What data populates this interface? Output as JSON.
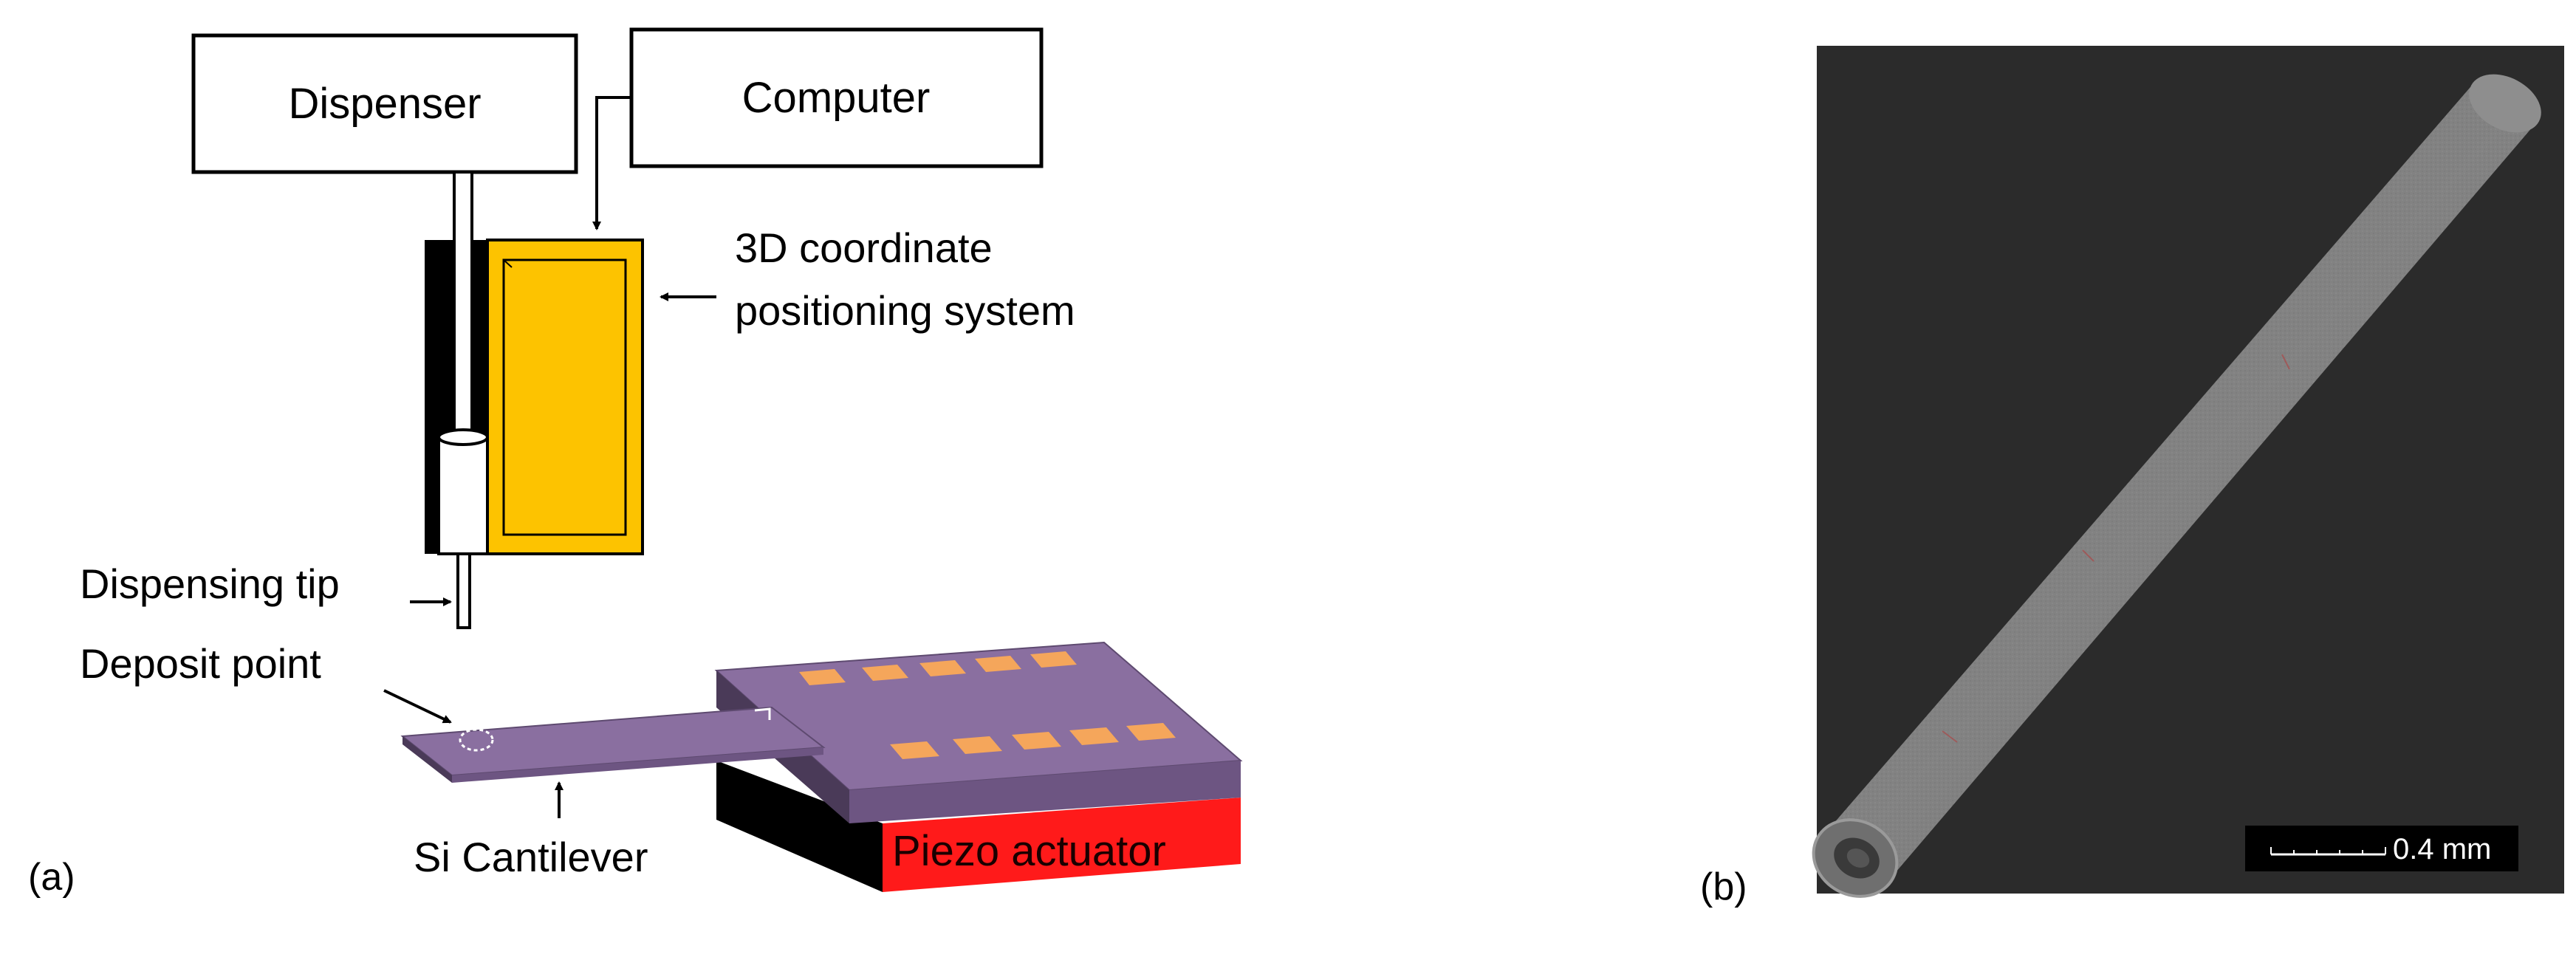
{
  "panel_a": {
    "label": "(a)",
    "boxes": {
      "dispenser": "Dispenser",
      "computer": "Computer"
    },
    "labels": {
      "positioning_line1": "3D coordinate",
      "positioning_line2": "positioning system",
      "dispensing_tip": "Dispensing tip",
      "deposit_point": "Deposit point",
      "si_cantilever": "Si Cantilever",
      "piezo_actuator": "Piezo actuator"
    },
    "colors": {
      "stage_yellow": "#FDC300",
      "cantilever_purple": "#8A6FA0",
      "pads_orange": "#F5A65B",
      "piezo_red": "#FF1A1A"
    }
  },
  "panel_b": {
    "label": "(b)",
    "scale_bar": "0.4 mm",
    "colors": {
      "background": "#2b2b2b",
      "tube": "#7d7d7d"
    }
  }
}
